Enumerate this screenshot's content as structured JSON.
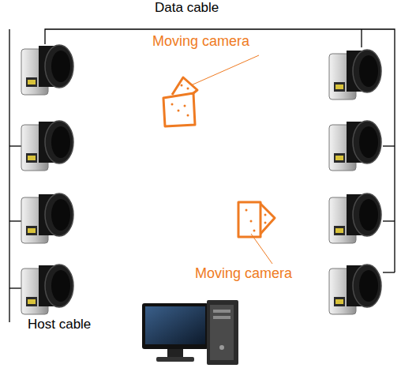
{
  "diagram": {
    "labels": [
      "Data cable",
      "Moving camera",
      "Moving camera",
      "Host cable"
    ]
  }
}
